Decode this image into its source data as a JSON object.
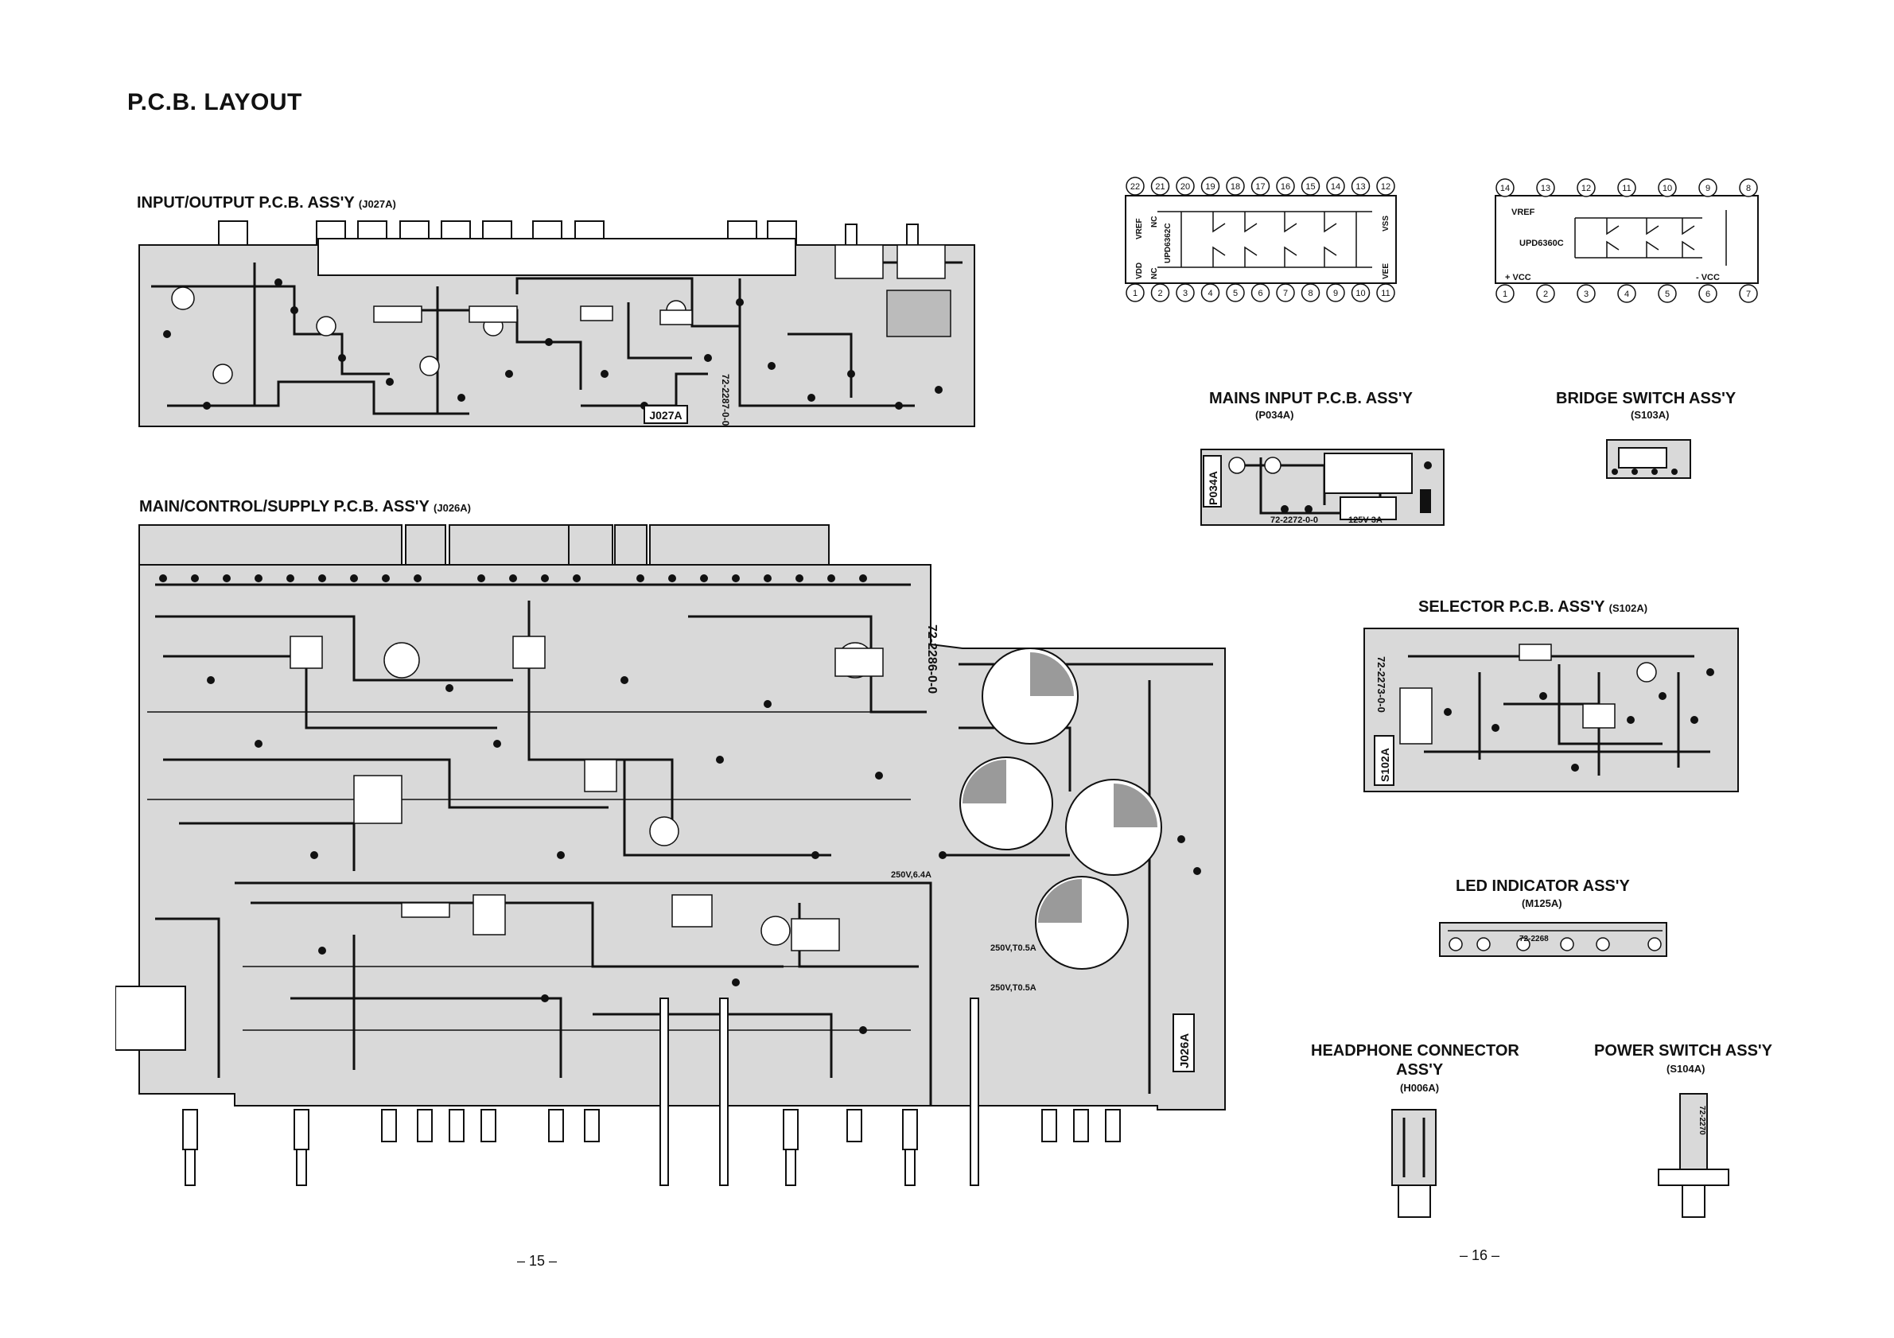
{
  "page_title": "P.C.B. LAYOUT",
  "sections": {
    "io": {
      "name": "INPUT/OUTPUT P.C.B. ASS'Y",
      "code": "(J027A)",
      "board_label": "J027A",
      "part_no": "72-2287-0-0"
    },
    "main": {
      "name": "MAIN/CONTROL/SUPPLY P.C.B. ASS'Y",
      "code": "(J026A)",
      "board_label": "J026A",
      "part_no": "72-2286-0-0"
    },
    "mains": {
      "name": "MAINS INPUT P.C.B. ASS'Y",
      "code": "(P034A)",
      "board_label": "P034A",
      "part_no": "72-2272-0-0",
      "fuse": "125V 3A"
    },
    "bridge": {
      "name": "BRIDGE SWITCH ASS'Y",
      "code": "(S103A)"
    },
    "selector": {
      "name": "SELECTOR P.C.B. ASS'Y",
      "code": "(S102A)",
      "board_label": "S102A",
      "part_no": "72-2273-0-0"
    },
    "led": {
      "name": "LED INDICATOR ASS'Y",
      "code": "(M125A)",
      "part_no": "72-2268"
    },
    "headphone": {
      "name_line1": "HEADPHONE CONNECTOR",
      "name_line2": "ASS'Y",
      "code": "(H006A)"
    },
    "power": {
      "name": "POWER SWITCH ASS'Y",
      "code": "(S104A)",
      "part_no": "72-2270"
    }
  },
  "ic1": {
    "part": "UPD6362C",
    "top_pins": [
      "22",
      "21",
      "20",
      "19",
      "18",
      "17",
      "16",
      "15",
      "14",
      "13",
      "12"
    ],
    "bottom_pins": [
      "1",
      "2",
      "3",
      "4",
      "5",
      "6",
      "7",
      "8",
      "9",
      "10",
      "11"
    ],
    "labels": {
      "vref": "VREF",
      "nc": "NC",
      "vss": "VSS",
      "vdd": "VDD",
      "vee": "VEE"
    }
  },
  "ic2": {
    "part": "UPD6360C",
    "top_pins": [
      "14",
      "13",
      "12",
      "11",
      "10",
      "9",
      "8"
    ],
    "bottom_pins": [
      "1",
      "2",
      "3",
      "4",
      "5",
      "6",
      "7"
    ],
    "labels": {
      "vref": "VREF",
      "vcc_pos": "+ VCC",
      "vcc_neg": "- VCC"
    }
  },
  "fuse_labels": {
    "f1": "250V,6.4A",
    "f2": "250V,T0.5A",
    "f3": "250V,T0.5A"
  },
  "page_numbers": {
    "left": "– 15 –",
    "right": "– 16 –"
  }
}
